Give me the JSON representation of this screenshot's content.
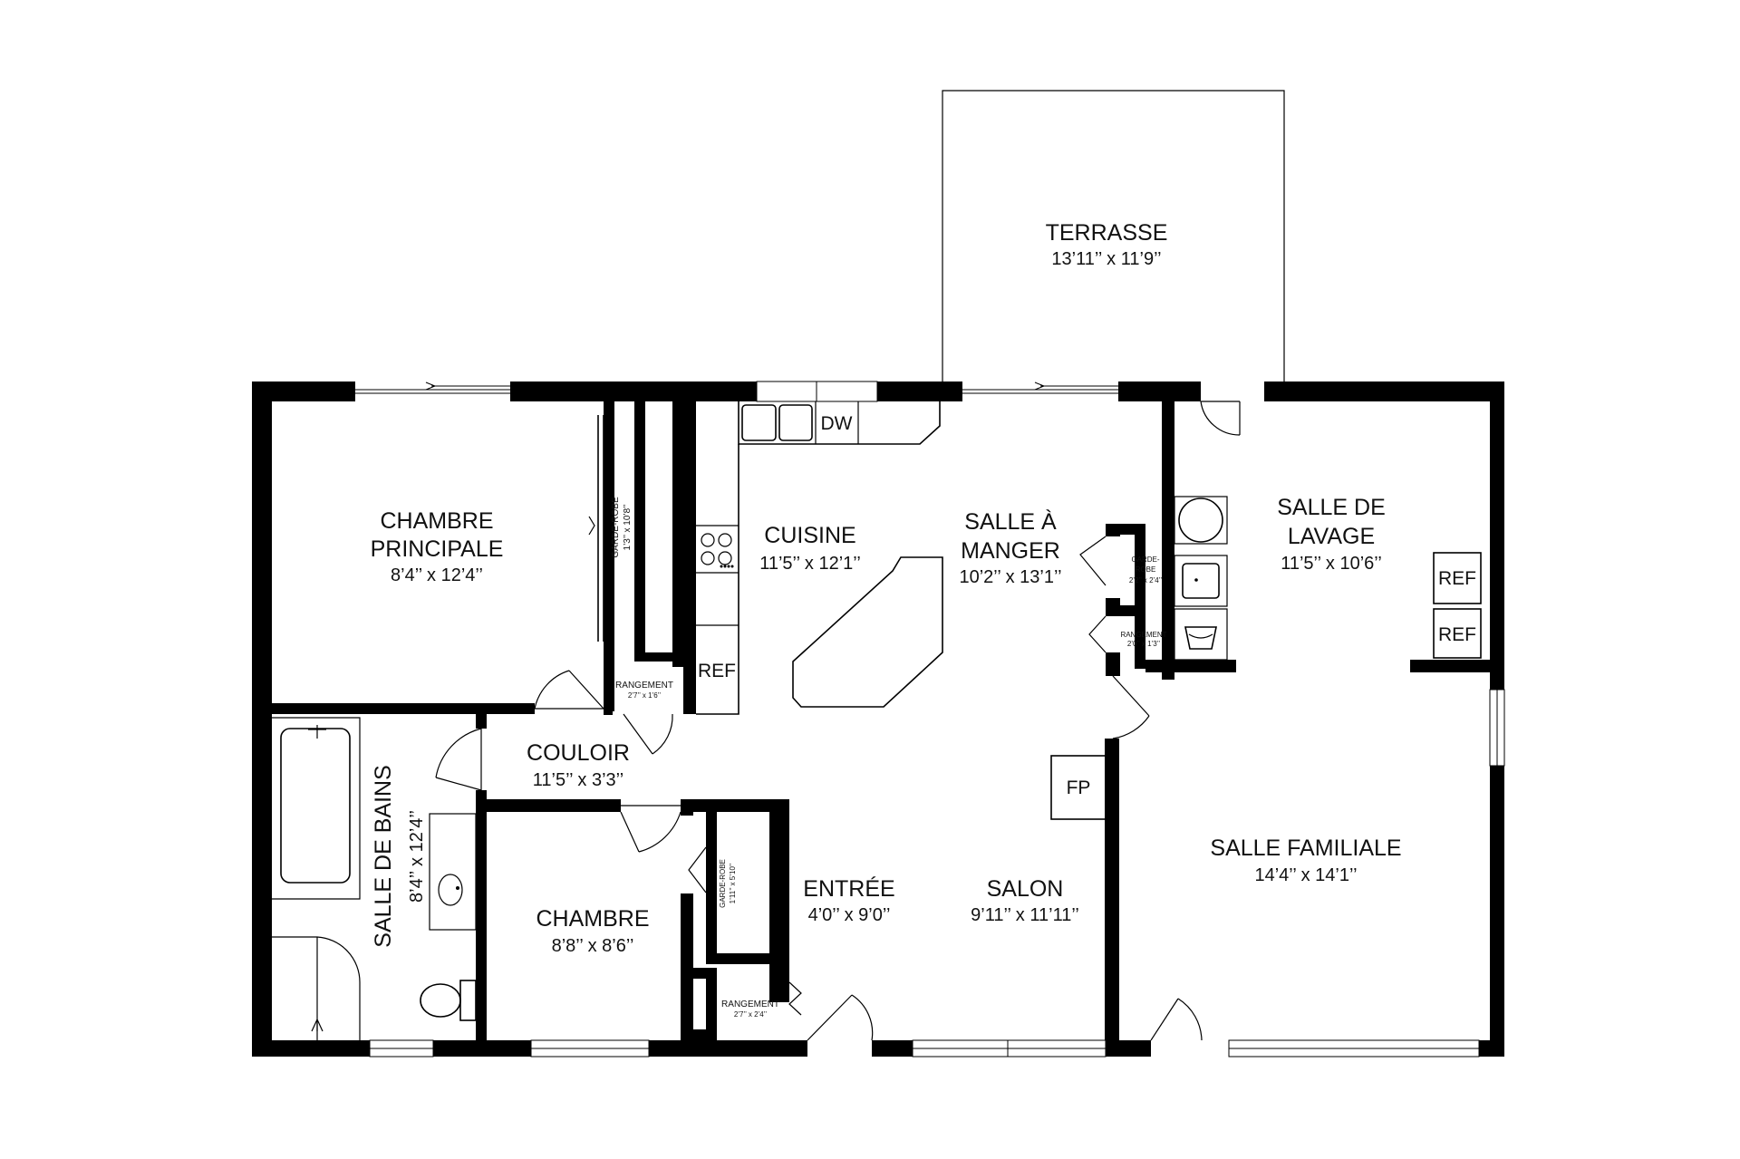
{
  "rooms": {
    "terrasse": {
      "name": "TERRASSE",
      "dim": "13’11’’ x 11’9’’"
    },
    "chambre_principale": {
      "name_line1": "CHAMBRE",
      "name_line2": "PRINCIPALE",
      "dim": "8’4’’ x 12’4’’"
    },
    "cuisine": {
      "name": "CUISINE",
      "dim": "11’5’’ x 12’1’’"
    },
    "salle_a_manger": {
      "name_line1": "SALLE À",
      "name_line2": "MANGER",
      "dim": "10’2’’ x 13’1’’"
    },
    "salle_de_lavage": {
      "name_line1": "SALLE DE",
      "name_line2": "LAVAGE",
      "dim": "11’5’’ x 10’6’’"
    },
    "couloir": {
      "name": "COULOIR",
      "dim": "11’5’’ x 3’3’’"
    },
    "salle_de_bains": {
      "name": "SALLE DE BAINS",
      "dim": "8’4’’ x 12’4’’"
    },
    "chambre": {
      "name": "CHAMBRE",
      "dim": "8’8’’ x 8’6’’"
    },
    "entree": {
      "name": "ENTRÉE",
      "dim": "4’0’’ x 9’0’’"
    },
    "salon": {
      "name": "SALON",
      "dim": "9’11’’ x 11’11’’"
    },
    "salle_familiale": {
      "name": "SALLE FAMILIALE",
      "dim": "14’4’’ x 14’1’’"
    }
  },
  "closets": {
    "garde_robe_principale": {
      "name": "GARDE-ROBE",
      "dim": "1’3’’ x 10’8’’"
    },
    "rangement_principale": {
      "name": "RANGEMENT",
      "dim": "2’7’’ x 1’6’’"
    },
    "garde_robe_manger": {
      "name_line1": "GARDE-",
      "name_line2": "ROBE",
      "dim": "2’2’’ x 2’4’’"
    },
    "rangement_manger": {
      "name": "RANGEMENT",
      "dim": "2’0’’ x 1’3’’"
    },
    "garde_robe_chambre": {
      "name": "GARDE-ROBE",
      "dim": "1’11’’ x 5’10’’"
    },
    "rangement_entree": {
      "name": "RANGEMENT",
      "dim": "2’7’’ x 2’4’’"
    }
  },
  "fixtures": {
    "dw": "DW",
    "ref_kitchen": "REF",
    "ref_laundry_1": "REF",
    "ref_laundry_2": "REF",
    "fp": "FP"
  }
}
